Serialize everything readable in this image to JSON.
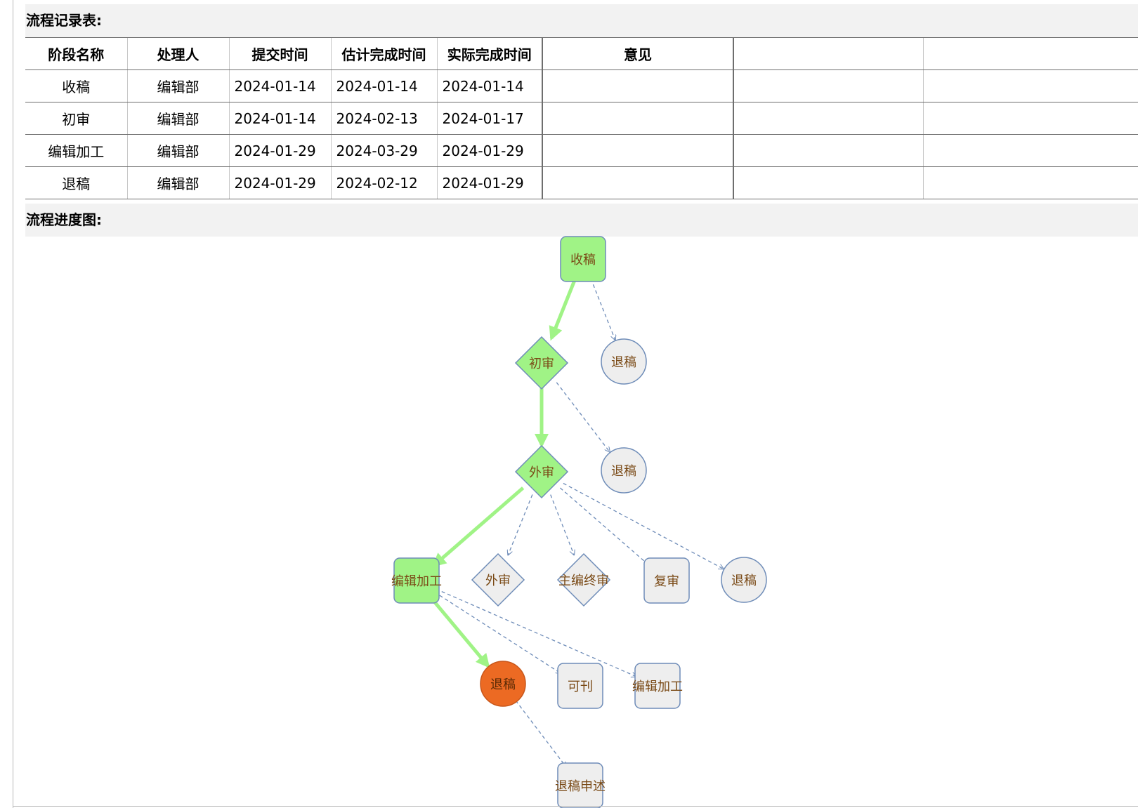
{
  "record_section": {
    "title": "流程记录表:",
    "columns": [
      "阶段名称",
      "处理人",
      "提交时间",
      "估计完成时间",
      "实际完成时间",
      "意见",
      "",
      ""
    ],
    "rows": [
      [
        "收稿",
        "编辑部",
        "2024-01-14",
        "2024-01-14",
        "2024-01-14",
        "",
        "",
        ""
      ],
      [
        "初审",
        "编辑部",
        "2024-01-14",
        "2024-02-13",
        "2024-01-17",
        "",
        "",
        ""
      ],
      [
        "编辑加工",
        "编辑部",
        "2024-01-29",
        "2024-03-29",
        "2024-01-29",
        "",
        "",
        ""
      ],
      [
        "退稿",
        "编辑部",
        "2024-01-29",
        "2024-02-12",
        "2024-01-29",
        "",
        "",
        ""
      ]
    ]
  },
  "progress_section": {
    "title": "流程进度图:"
  },
  "colors": {
    "completed_fill": "#a0f386",
    "completed_stroke": "#6e8cb8",
    "pending_fill": "#eeeeee",
    "pending_stroke": "#6e8cb8",
    "current_fill": "#ec6a23",
    "current_stroke": "#c7561a",
    "path_completed": "#a0f386",
    "path_optional": "#6e8cb8",
    "label_text": "#7a4a16"
  },
  "flow": {
    "nodes": [
      {
        "id": "n1",
        "label": "收稿",
        "shape": "rounded-square",
        "status": "completed"
      },
      {
        "id": "n2",
        "label": "初审",
        "shape": "diamond",
        "status": "completed"
      },
      {
        "id": "n3",
        "label": "退稿",
        "shape": "circle",
        "status": "pending"
      },
      {
        "id": "n4",
        "label": "外审",
        "shape": "diamond",
        "status": "completed"
      },
      {
        "id": "n5",
        "label": "退稿",
        "shape": "circle",
        "status": "pending"
      },
      {
        "id": "n6",
        "label": "编辑加工",
        "shape": "rounded-square",
        "status": "completed"
      },
      {
        "id": "n7",
        "label": "外审",
        "shape": "diamond",
        "status": "pending"
      },
      {
        "id": "n8",
        "label": "主编终审",
        "shape": "diamond",
        "status": "pending"
      },
      {
        "id": "n9",
        "label": "复审",
        "shape": "rounded-square",
        "status": "pending"
      },
      {
        "id": "n10",
        "label": "退稿",
        "shape": "circle",
        "status": "pending"
      },
      {
        "id": "n11",
        "label": "退稿",
        "shape": "circle",
        "status": "current"
      },
      {
        "id": "n12",
        "label": "可刊",
        "shape": "rounded-square",
        "status": "pending"
      },
      {
        "id": "n13",
        "label": "编辑加工",
        "shape": "rounded-square",
        "status": "pending"
      },
      {
        "id": "n14",
        "label": "退稿申述",
        "shape": "rounded-square",
        "status": "pending"
      }
    ],
    "edges": [
      {
        "from": "n1",
        "to": "n2",
        "type": "completed"
      },
      {
        "from": "n1",
        "to": "n3",
        "type": "optional"
      },
      {
        "from": "n2",
        "to": "n4",
        "type": "completed"
      },
      {
        "from": "n2",
        "to": "n5",
        "type": "optional"
      },
      {
        "from": "n4",
        "to": "n6",
        "type": "completed"
      },
      {
        "from": "n4",
        "to": "n7",
        "type": "optional"
      },
      {
        "from": "n4",
        "to": "n8",
        "type": "optional"
      },
      {
        "from": "n4",
        "to": "n9",
        "type": "optional"
      },
      {
        "from": "n4",
        "to": "n10",
        "type": "optional"
      },
      {
        "from": "n6",
        "to": "n11",
        "type": "completed"
      },
      {
        "from": "n6",
        "to": "n12",
        "type": "optional"
      },
      {
        "from": "n6",
        "to": "n13",
        "type": "optional"
      },
      {
        "from": "n11",
        "to": "n14",
        "type": "optional"
      }
    ]
  }
}
